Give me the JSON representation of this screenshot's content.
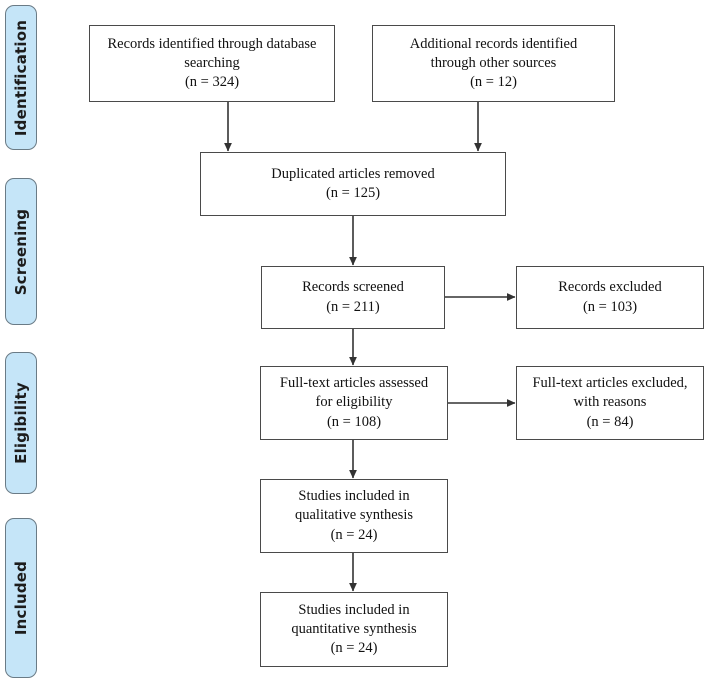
{
  "diagram": {
    "type": "prisma-flow-diagram",
    "colors": {
      "stage_fill": "#c5e5f8",
      "stage_border": "#6a7b86",
      "box_border": "#4a4a4a",
      "box_fill": "#ffffff",
      "connector": "#333333",
      "background": "#ffffff"
    },
    "stages": [
      {
        "id": "identification",
        "label": "Identification"
      },
      {
        "id": "screening",
        "label": "Screening"
      },
      {
        "id": "eligibility",
        "label": "Eligibility"
      },
      {
        "id": "included",
        "label": "Included"
      }
    ],
    "boxes": [
      {
        "id": "records-identified-database",
        "text": "Records identified through database\nsearching\n(n = 324)",
        "count": 324
      },
      {
        "id": "additional-records-other-sources",
        "text": "Additional records identified\nthrough other sources\n(n = 12)",
        "count": 12
      },
      {
        "id": "duplicated-articles-removed",
        "text": "Duplicated articles removed\n(n = 125)",
        "count": 125
      },
      {
        "id": "records-screened",
        "text": "Records screened\n(n = 211)",
        "count": 211
      },
      {
        "id": "records-excluded",
        "text": "Records excluded\n(n = 103)",
        "count": 103
      },
      {
        "id": "fulltext-assessed",
        "text": "Full-text articles assessed\nfor eligibility\n(n = 108)",
        "count": 108
      },
      {
        "id": "fulltext-excluded",
        "text": "Full-text articles excluded,\nwith reasons\n(n = 84)",
        "count": 84
      },
      {
        "id": "studies-qualitative",
        "text": "Studies included in\nqualitative synthesis\n(n = 24)",
        "count": 24
      },
      {
        "id": "studies-quantitative",
        "text": "Studies included in\nquantitative synthesis\n(n = 24)",
        "count": 24
      }
    ]
  }
}
